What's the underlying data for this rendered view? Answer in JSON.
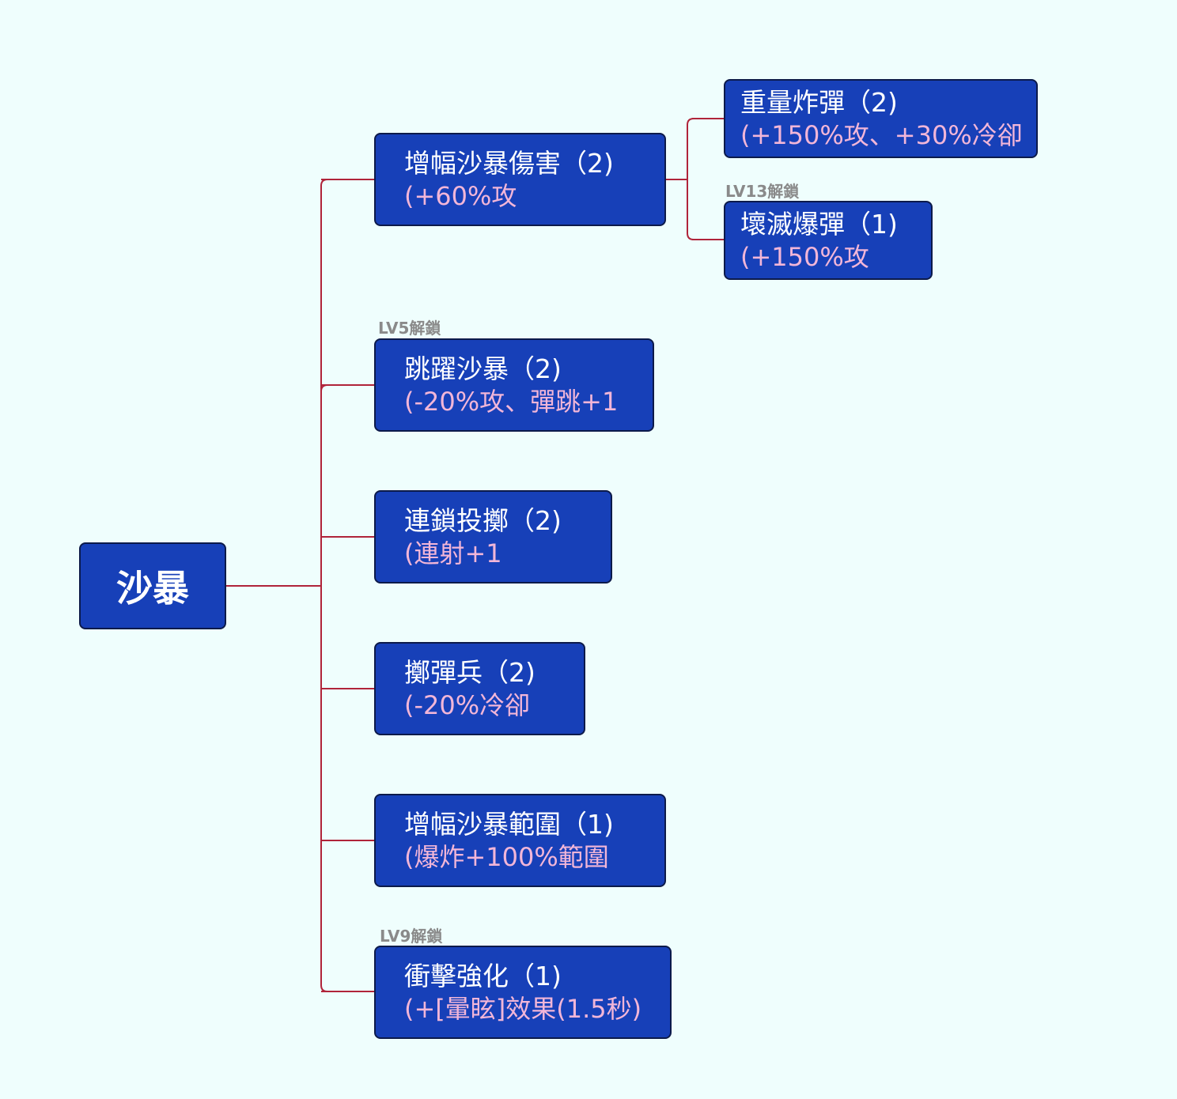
{
  "root": {
    "label": "沙暴"
  },
  "branches": [
    {
      "title": "增幅沙暴傷害（2)",
      "desc": "(+60%攻"
    },
    {
      "title": "跳躍沙暴（2)",
      "desc": "(-20%攻、彈跳+1",
      "unlock": "LV5解鎖"
    },
    {
      "title": "連鎖投擲（2)",
      "desc": "(連射+1"
    },
    {
      "title": "擲彈兵（2)",
      "desc": "(-20%冷卻"
    },
    {
      "title": "增幅沙暴範圍（1)",
      "desc": "(爆炸+100%範圍"
    },
    {
      "title": "衝擊強化（1)",
      "desc": "(+[暈眩]效果(1.5秒)",
      "unlock": "LV9解鎖"
    }
  ],
  "sub_branches": [
    {
      "title": "重量炸彈（2)",
      "desc": "(+150%攻、+30%冷卻"
    },
    {
      "title": "壞滅爆彈（1)",
      "desc": "(+150%攻",
      "unlock": "LV13解鎖"
    }
  ],
  "colors": {
    "background": "#effefd",
    "node_fill": "#1740b8",
    "node_border": "#0c1a4a",
    "title_text": "#ffffff",
    "desc_text": "#f2b6d8",
    "connector": "#b0243a",
    "unlock_text": "#8a8a8a"
  }
}
